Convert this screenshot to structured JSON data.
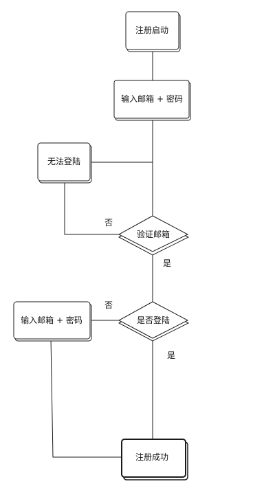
{
  "nodes": {
    "start": "注册启动",
    "input1": "输入邮箱 + 密码",
    "cannot_login": "无法登陆",
    "verify": "验证邮箱",
    "input2": "输入邮箱 + 密码",
    "is_login": "是否登陆",
    "success": "注册成功"
  },
  "edges": {
    "verify_no": "否",
    "verify_yes": "是",
    "is_login_no": "否",
    "is_login_yes": "是"
  }
}
